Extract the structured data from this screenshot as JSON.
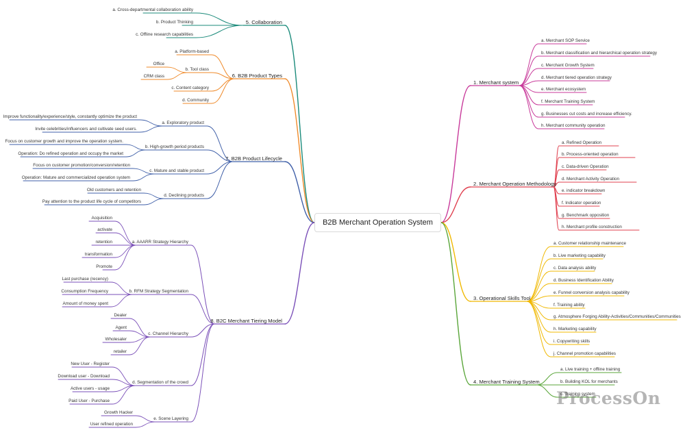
{
  "center": "B2B Merchant Operation System",
  "watermark": "ProcessOn",
  "branches": [
    {
      "id": "merchant-system",
      "label": "1. Merchant system",
      "color": "#c8399a",
      "children": [
        {
          "label": "a. Merchant SOP Service"
        },
        {
          "label": "b. Merchant classification and hierarchical operation strategy"
        },
        {
          "label": "c. Merchant Growth System"
        },
        {
          "label": "d. Merchant tiered operation strategy"
        },
        {
          "label": "e. Merchant ecosystem"
        },
        {
          "label": "f. Merchant Training System"
        },
        {
          "label": "g. Businesses cut costs and increase efficiency."
        },
        {
          "label": "h. Merchant community operation"
        }
      ]
    },
    {
      "id": "operation-methodology",
      "label": "2. Merchant Operation Methodology",
      "color": "#e0404f",
      "children": [
        {
          "label": "a. Refined Operation"
        },
        {
          "label": "b. Process-oriented operation"
        },
        {
          "label": "c. Data-driven Operation"
        },
        {
          "label": "d. Merchant Activity Operation"
        },
        {
          "label": "e. indicator breakdown"
        },
        {
          "label": "f. Indicator operation"
        },
        {
          "label": "g. Benchmark opposition"
        },
        {
          "label": "h. Merchant profile construction"
        }
      ]
    },
    {
      "id": "skills-tool",
      "label": "3. Operational Skills Tool",
      "color": "#f0b800",
      "children": [
        {
          "label": "a. Customer relationship maintenance"
        },
        {
          "label": "b. Live marketing capability"
        },
        {
          "label": "c. Data analysis ability"
        },
        {
          "label": "d. Business Identification Ability"
        },
        {
          "label": "e. Funnel conversion analysis capability"
        },
        {
          "label": "f. Training ability"
        },
        {
          "label": "g. Atmosphere Forging Ability-Activities/Communities/Communities"
        },
        {
          "label": "h. Marketing capability"
        },
        {
          "label": "i. Copywriting skills"
        },
        {
          "label": "j. Channel promotion capabilities"
        }
      ]
    },
    {
      "id": "training-system",
      "label": "4. Merchant Training System",
      "color": "#5aa63a",
      "children": [
        {
          "label": "a. Live training + offline training"
        },
        {
          "label": "b. Building KOL for merchants"
        },
        {
          "label": "c. Training system"
        }
      ]
    },
    {
      "id": "collaboration",
      "label": "5. Collaboration",
      "color": "#1a8a7a",
      "children": [
        {
          "label": "a. Cross-departmental collaboration ability"
        },
        {
          "label": "b. Product Thinking"
        },
        {
          "label": "c. Offline research capabilities"
        }
      ]
    },
    {
      "id": "product-types",
      "label": "6. B2B Product Types",
      "color": "#ef8a2a",
      "children": [
        {
          "label": "a. Platform-based"
        },
        {
          "label": "b. Tool class",
          "children": [
            {
              "label": "Office"
            },
            {
              "label": "CRM class"
            }
          ]
        },
        {
          "label": "c. Content category"
        },
        {
          "label": "d. Community"
        }
      ]
    },
    {
      "id": "product-lifecycle",
      "label": "7. B2B Product Lifecycle",
      "color": "#3f5fa8",
      "children": [
        {
          "label": "a. Exploratory product",
          "children": [
            {
              "label": "Improve functionality/experience/style, constantly optimize the product"
            },
            {
              "label": "Invite celebrities/influencers and cultivate seed users."
            }
          ]
        },
        {
          "label": "b. High-growth period products",
          "children": [
            {
              "label": "Focus on customer growth and improve the operation system."
            },
            {
              "label": "Operation: Do refined operation and occupy the market"
            }
          ]
        },
        {
          "label": "c. Mature and stable product",
          "children": [
            {
              "label": "Focus on customer promotion/conversion/retention"
            },
            {
              "label": "Operation: Mature and commercialized operation system"
            }
          ]
        },
        {
          "label": "d. Declining products",
          "children": [
            {
              "label": "Old customers and retention"
            },
            {
              "label": "Pay attention to the product life cycle of competitors"
            }
          ]
        }
      ]
    },
    {
      "id": "tiering-model",
      "label": "8. B2C Merchant Tiering Model",
      "color": "#7a4fb8",
      "children": [
        {
          "label": "a. AAARR Strategy Hierarchy",
          "children": [
            {
              "label": "Acquisition"
            },
            {
              "label": "activate"
            },
            {
              "label": "retention"
            },
            {
              "label": "transformation"
            },
            {
              "label": "Promote"
            }
          ]
        },
        {
          "label": "b. RFM Strategy Segmentation",
          "children": [
            {
              "label": "Last purchase (recency)"
            },
            {
              "label": "Consumption Frequency"
            },
            {
              "label": "Amount of money spent"
            }
          ]
        },
        {
          "label": "c. Channel Hierarchy",
          "children": [
            {
              "label": "Dealer"
            },
            {
              "label": "Agent"
            },
            {
              "label": "Wholesaler"
            },
            {
              "label": "retailer"
            }
          ]
        },
        {
          "label": "d. Segmentation of the crowd",
          "children": [
            {
              "label": "New User - Register"
            },
            {
              "label": "Download user - Download"
            },
            {
              "label": "Active users - usage"
            },
            {
              "label": "Paid User - Purchase"
            }
          ]
        },
        {
          "label": "e. Scene Layering",
          "children": [
            {
              "label": "Growth Hacker"
            },
            {
              "label": "User refined operation"
            }
          ]
        }
      ]
    }
  ]
}
